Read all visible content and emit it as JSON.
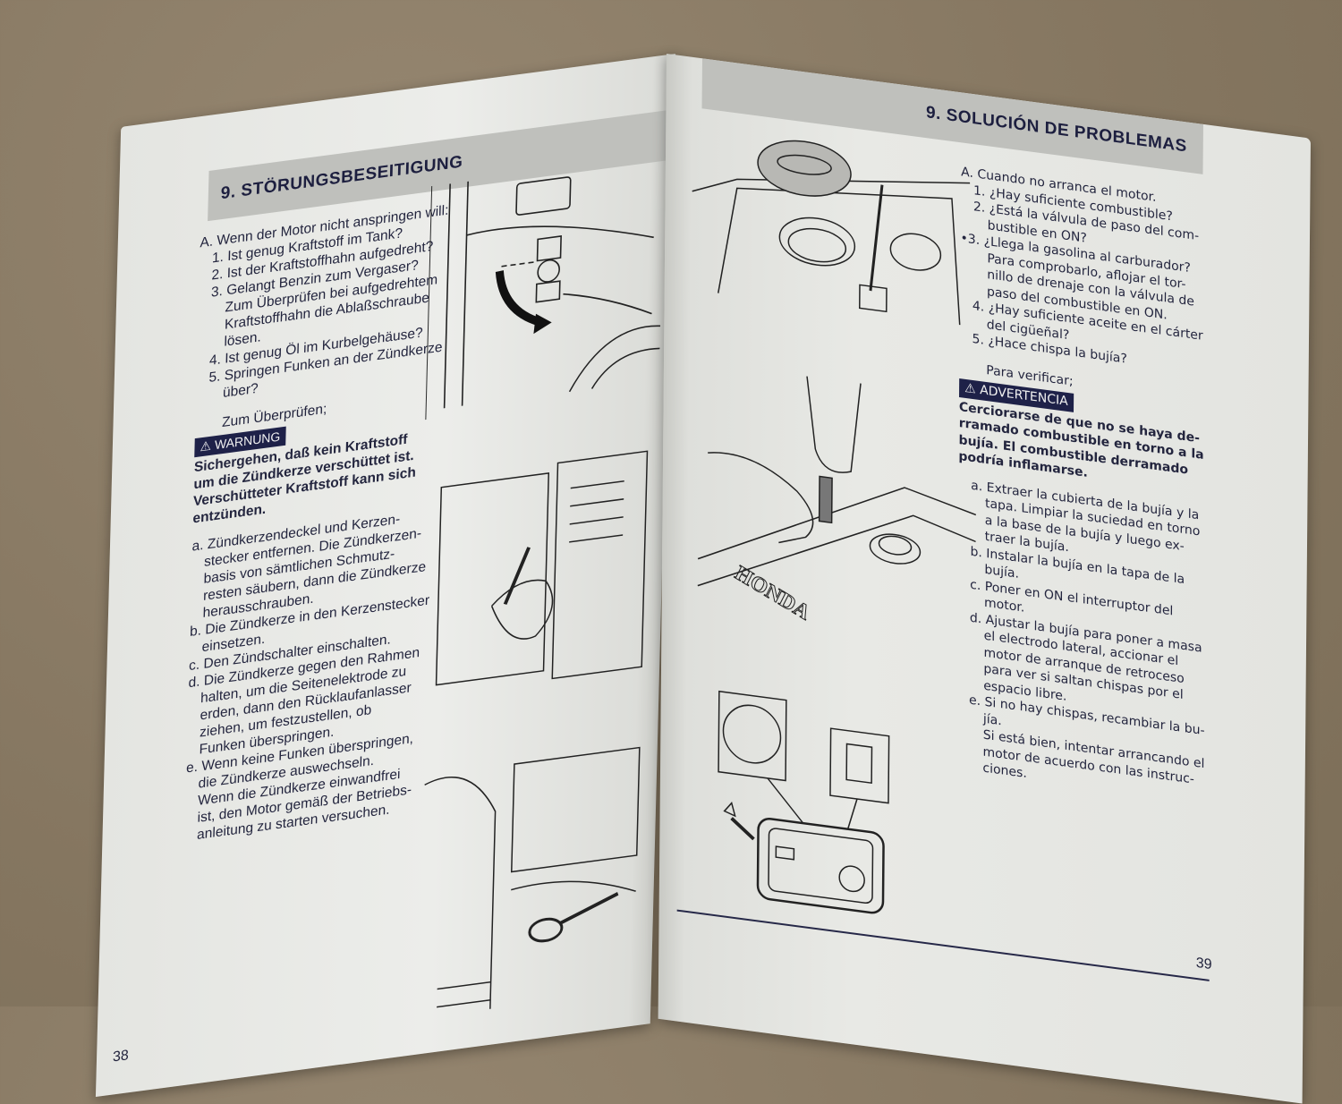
{
  "left_page": {
    "section_title": "9. STÖRUNGSBESEITIGUNG",
    "intro": "A. Wenn der Motor nicht anspringen will:",
    "checks": [
      "1. Ist genug Kraftstoff im Tank?",
      "2. Ist der Kraftstoffhahn aufgedreht?",
      "3. Gelangt Benzin zum Vergaser?",
      "Zum Überprüfen bei aufgedrehtem",
      "Kraftstoffhahn die Ablaßschraube",
      "lösen.",
      "4. Ist genug Öl im Kurbelgehäuse?",
      "5. Springen Funken an der Zündkerze",
      "über?"
    ],
    "check_label": "Zum Überprüfen;",
    "warning_badge": "WARNUNG",
    "warning_text": [
      "Sichergehen, daß kein Kraftstoff",
      "um die Zündkerze verschüttet ist.",
      "Verschütteter Kraftstoff kann sich",
      "entzünden."
    ],
    "steps": [
      "a. Zündkerzendeckel und Kerzen-",
      "stecker entfernen. Die Zündkerzen-",
      "basis von sämtlichen Schmutz-",
      "resten säubern, dann die Zündkerze",
      "herausschrauben.",
      "b. Die Zündkerze in den Kerzenstecker",
      "einsetzen.",
      "c. Den Zündschalter einschalten.",
      "d. Die Zündkerze gegen den Rahmen",
      "halten, um die Seitenelektrode zu",
      "erden, dann den Rücklaufanlasser",
      "ziehen, um festzustellen, ob",
      "Funken überspringen.",
      "e. Wenn keine Funken überspringen,",
      "die Zündkerze auswechseln.",
      "Wenn die Zündkerze einwandfrei",
      "ist, den Motor gemäß der Betriebs-",
      "anleitung zu starten versuchen."
    ],
    "page_number": "38"
  },
  "right_page": {
    "section_title": "9. SOLUCIÓN DE PROBLEMAS",
    "intro": "A. Cuando no arranca el motor.",
    "checks": [
      "1. ¿Hay suficiente combustible?",
      "2. ¿Está la válvula de paso del com-",
      "bustible en ON?",
      "•3. ¿Llega la gasolina al carburador?",
      "Para comprobarlo, aflojar el tor-",
      "nillo de drenaje con la válvula de",
      "paso del combustible en ON.",
      "4. ¿Hay suficiente aceite en el cárter",
      "del cigüeñal?",
      "5. ¿Hace chispa la bujía?"
    ],
    "check_label": "Para verificar;",
    "warning_badge": "ADVERTENCIA",
    "warning_text": [
      "Cerciorarse de que no se haya de-",
      "rramado combustible en torno a la",
      "bujía. El combustible derramado",
      "podría inflamarse."
    ],
    "steps": [
      "a. Extraer la cubierta de la bujía y la",
      "tapa. Limpiar la suciedad en torno",
      "a la base de la bujía y luego ex-",
      "traer la bujía.",
      "b. Instalar la bujía en la tapa de la",
      "bujía.",
      "c. Poner en ON el interruptor del",
      "motor.",
      "d. Ajustar la bujía para poner a masa",
      "el electrodo lateral, accionar el",
      "motor de arranque de retroceso",
      "para ver si saltan chispas por el",
      "espacio libre.",
      "e. Si no hay chispas, recambiar la bu-",
      "jía.",
      "Si está bien, intentar arrancando el",
      "motor de acuerdo con las instruc-",
      "ciones."
    ],
    "illustration_brand_text": "HONDA",
    "page_number": "39"
  },
  "colors": {
    "ink": "#23253e",
    "badge_bg": "#1e2148",
    "header_band": "#bfc0bc",
    "paper": "#e9eae6",
    "background": "#8a7b63"
  }
}
